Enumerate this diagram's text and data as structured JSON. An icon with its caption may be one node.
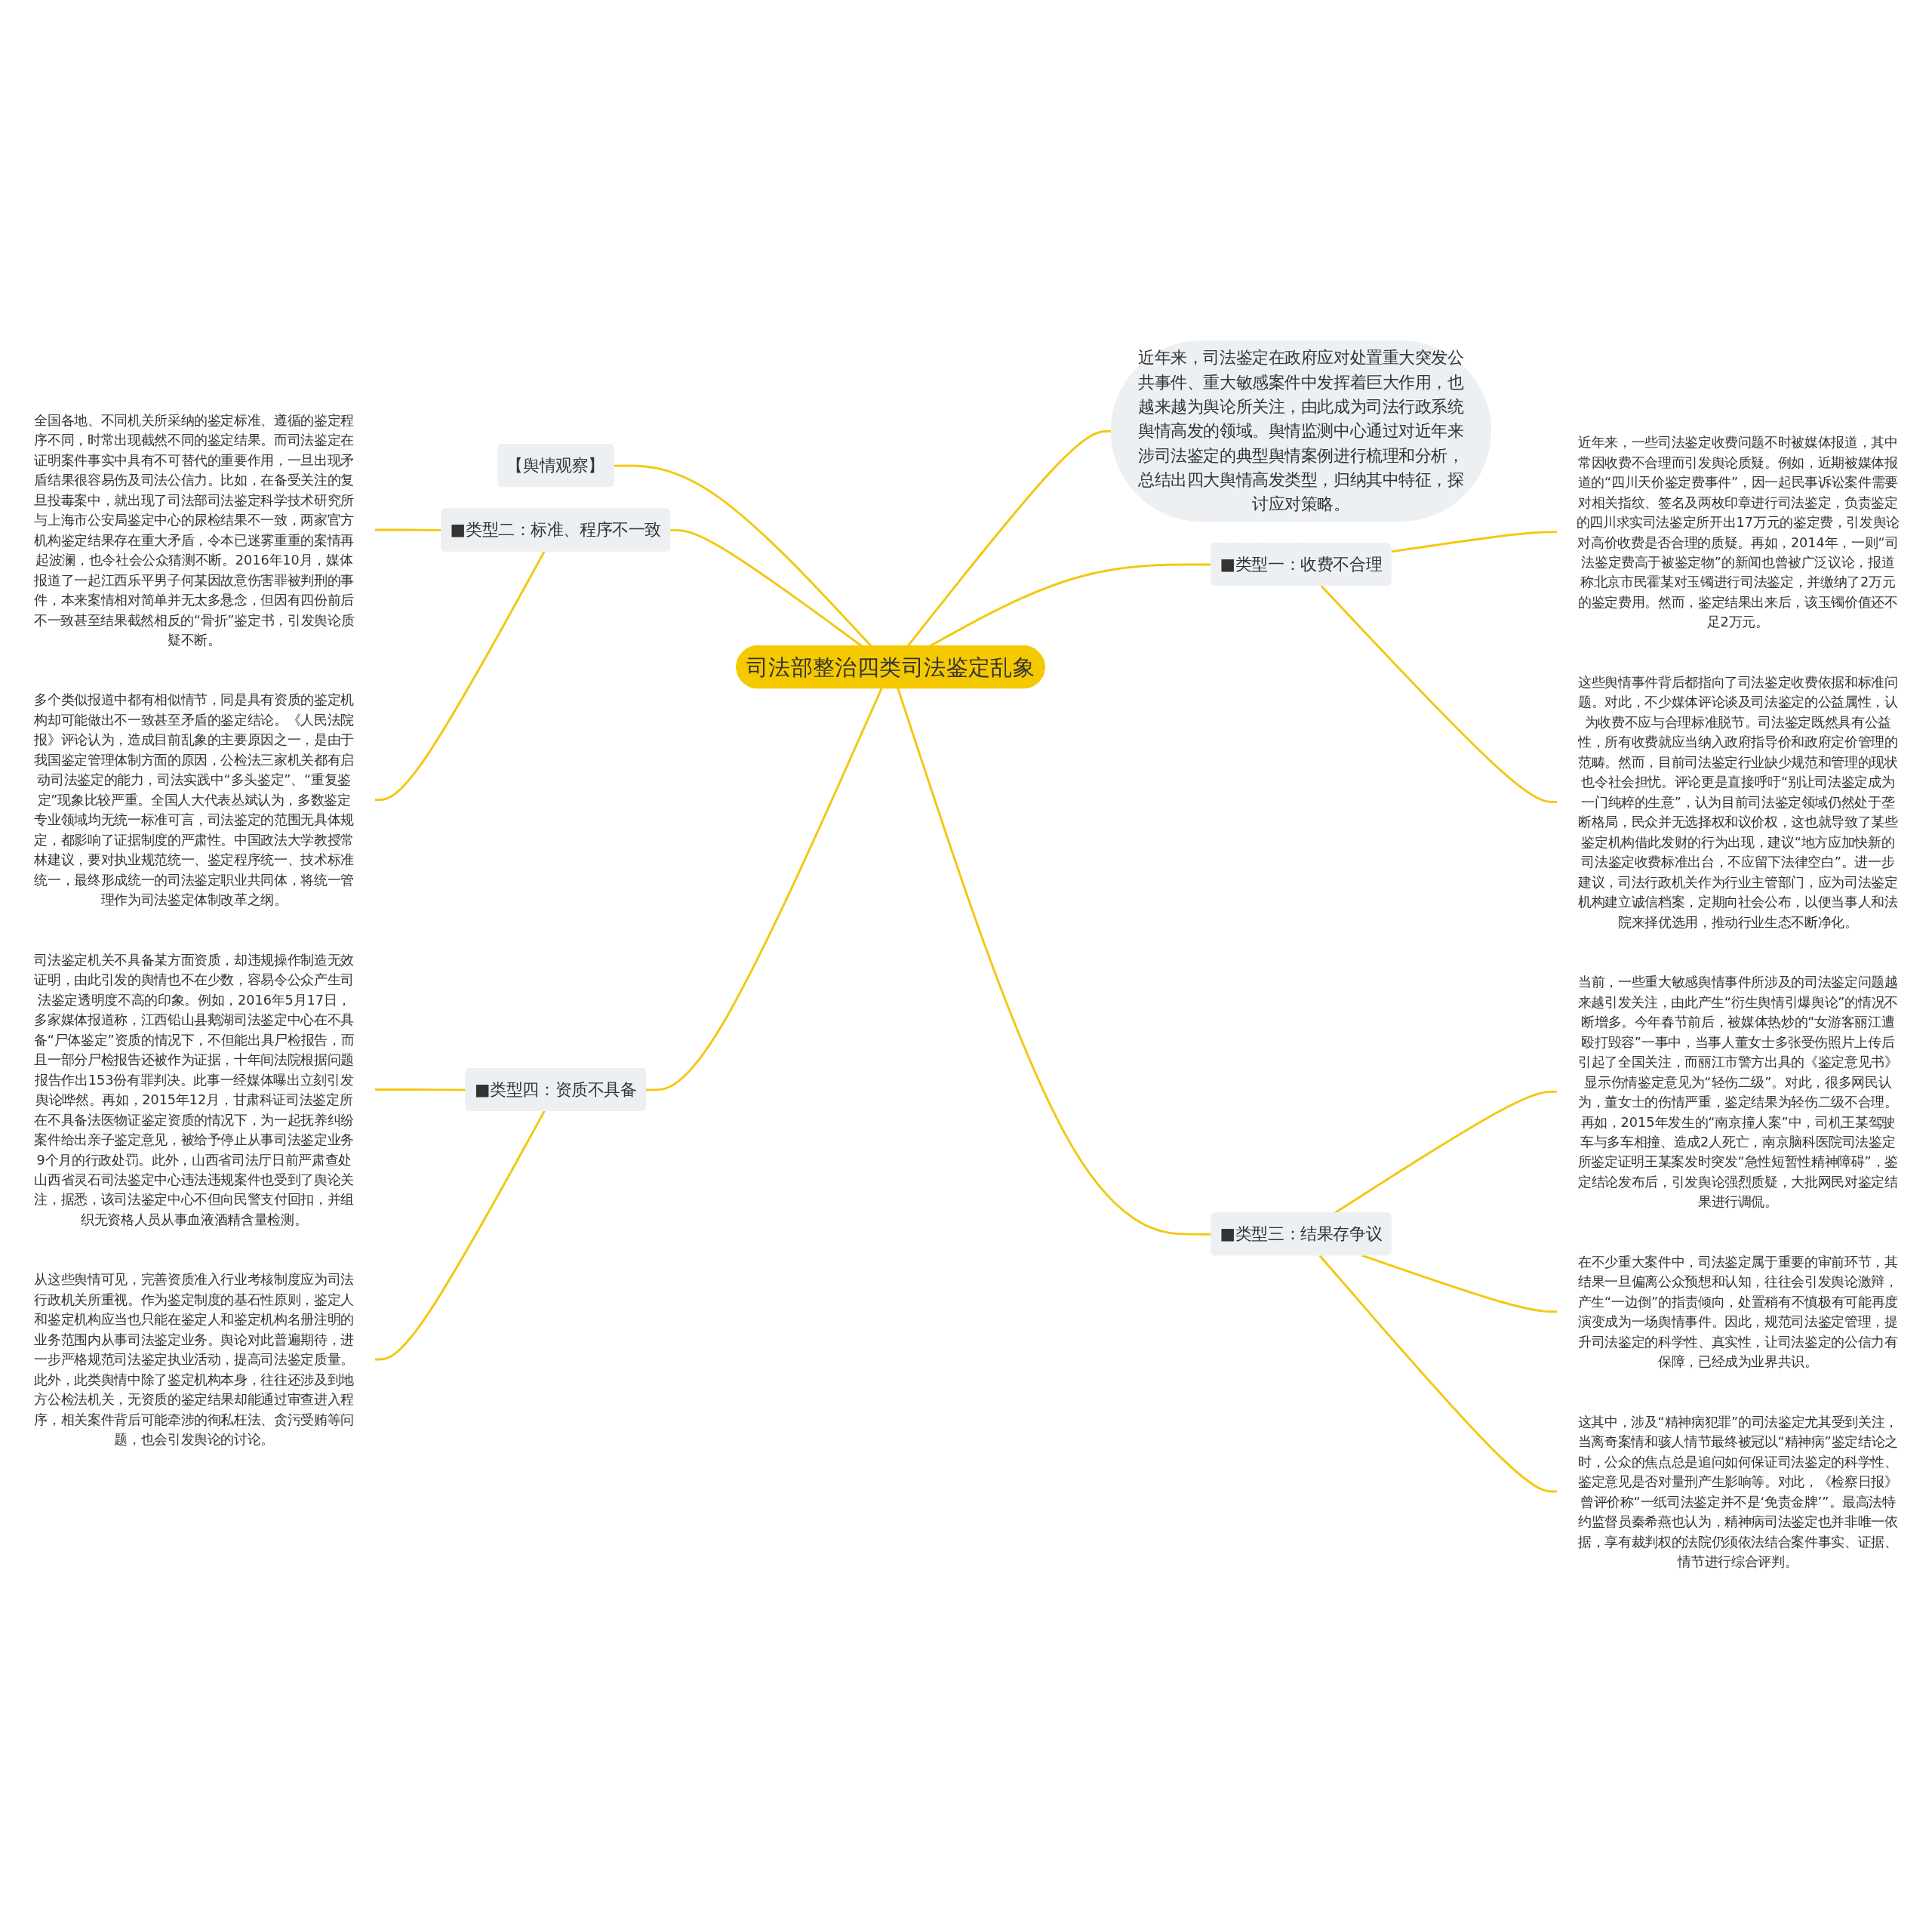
{
  "diagram": {
    "nodes": [
      {
        "text": [
          "司法部整治四类司法鉴定乱象"
        ]
      },
      {
        "text": [
          "【舆情观察】"
        ]
      },
      {
        "text": [
          "近年来，司法鉴定在政府应对处置重大突发公共事件、重大敏感案件中发挥着巨大作用，也越来越为舆论所关注，由此成为司法行政系统舆情高发的领域。舆情监测中心通过对近年来涉司法鉴定的典型舆情案例进行梳理和分析，总结出四大舆情高发类型，归纳其中特征，探讨应对策略。"
        ]
      },
      {
        "text": [
          "■类型二：标准、程序不一致"
        ]
      },
      {
        "text": [
          "全国各地、不同机关所采纳的鉴定标准、遵循的鉴定程序不同，时常出现截然不同的鉴定结果。而司法鉴定在证明案件事实中具有不可替代的重要作用，一旦出现矛盾结果很容易伤及司法公信力。比如，在备受关注的复旦投毒案中，就出现了司法部司法鉴定科学技术研究所与上海市公安局鉴定中心的尿检结果不一致，两家官方机构鉴定结果存在重大矛盾，令本已迷雾重重的案情再起波澜，也令社会公众猜测不断。2016年10月，媒体报道了一起江西乐平男子何某因故意伤害罪被判刑的事件，本来案情相对简单并无太多悬念，但因有四份前后不一致甚至结果截然相反的“骨折”鉴定书，引发舆论质疑不断。"
        ]
      },
      {
        "text": [
          "多个类似报道中都有相似情节，同是具有资质的鉴定机构却可能做出不一致甚至矛盾的鉴定结论。《人民法院报》评论认为，造成目前乱象的主要原因之一，是由于我国鉴定管理体制方面的原因，公检法三家机关都有启动司法鉴定的能力，司法实践中“多头鉴定”、“重复鉴定”现象比较严重。全国人大代表丛斌认为，多数鉴定专业领域均无统一标准可言，司法鉴定的范围无具体规定，都影响了证据制度的严肃性。中国政法大学教授常林建议，要对执业规范统一、鉴定程序统一、技术标准统一，最终形成统一的司法鉴定职业共同体，将统一管理作为司法鉴定体制改革之纲。"
        ]
      },
      {
        "text": [
          "■类型一：收费不合理"
        ]
      },
      {
        "text": [
          "近年来，一些司法鉴定收费问题不时被媒体报道，其中常因收费不合理而引发舆论质疑。例如，近期被媒体报道的“四川天价鉴定费事件”，因一起民事诉讼案件需要对相关指纹、签名及两枚印章进行司法鉴定，负责鉴定的四川求实司法鉴定所开出17万元的鉴定费，引发舆论对高价收费是否合理的质疑。再如，2014年，一则“司法鉴定费高于被鉴定物”的新闻也曾被广泛议论，报道称北京市民霍某对玉镯进行司法鉴定，并缴纳了2万元的鉴定费用。然而，鉴定结果出来后，该玉镯价值还不足2万元。"
        ]
      },
      {
        "text": [
          "这些舆情事件背后都指向了司法鉴定收费依据和标准问题。对此，不少媒体评论谈及司法鉴定的公益属性，认为收费不应与合理标准脱节。司法鉴定既然具有公益性，所有收费就应当纳入政府指导价和政府定价管理的范畴。然而，目前司法鉴定行业缺少规范和管理的现状也令社会担忧。评论更是直接呼吁“别让司法鉴定成为一门纯粹的生意”，认为目前司法鉴定领域仍然处于垄断格局，民众并无选择权和议价权，这也就导致了某些鉴定机构借此发财的行为出现，建议“地方应加快新的司法鉴定收费标准出台，不应留下法律空白”。进一步建议，司法行政机关作为行业主管部门，应为司法鉴定机构建立诚信档案，定期向社会公布，以便当事人和法院来择优选用，推动行业生态不断净化。"
        ]
      },
      {
        "text": [
          "■类型四：资质不具备"
        ]
      },
      {
        "text": [
          "司法鉴定机关不具备某方面资质，却违规操作制造无效证明，由此引发的舆情也不在少数，容易令公众产生司法鉴定透明度不高的印象。例如，2016年5月17日，多家媒体报道称，江西铅山县鹅湖司法鉴定中心在不具备“尸体鉴定”资质的情况下，不但能出具尸检报告，而且一部分尸检报告还被作为证据，十年间法院根据问题报告作出153份有罪判决。此事一经媒体曝出立刻引发舆论哗然。再如，2015年12月，甘肃科证司法鉴定所在不具备法医物证鉴定资质的情况下，为一起抚养纠纷案件给出亲子鉴定意见，被给予停止从事司法鉴定业务9个月的行政处罚。此外，山西省司法厅日前严肃查处山西省灵石司法鉴定中心违法违规案件也受到了舆论关注，据悉，该司法鉴定中心不但向民警支付回扣，并组织无资格人员从事血液酒精含量检测。"
        ]
      },
      {
        "text": [
          "从这些舆情可见，完善资质准入行业考核制度应为司法行政机关所重视。作为鉴定制度的基石性原则，鉴定人和鉴定机构应当也只能在鉴定人和鉴定机构名册注明的业务范围内从事司法鉴定业务。舆论对此普遍期待，进一步严格规范司法鉴定执业活动，提高司法鉴定质量。此外，此类舆情中除了鉴定机构本身，往往还涉及到地方公检法机关，无资质的鉴定结果却能通过审查进入程序，相关案件背后可能牵涉的徇私枉法、贪污受贿等问题，也会引发舆论的讨论。"
        ]
      },
      {
        "text": [
          "■类型三：结果存争议"
        ]
      },
      {
        "text": [
          "当前，一些重大敏感舆情事件所涉及的司法鉴定问题越来越引发关注，由此产生“衍生舆情引爆舆论”的情况不断增多。今年春节前后，被媒体热炒的“女游客丽江遭殴打毁容”一事中，当事人董女士多张受伤照片上传后引起了全国关注，而丽江市警方出具的《鉴定意见书》显示伤情鉴定意见为“轻伤二级”。对此，很多网民认为，董女士的伤情严重，鉴定结果为轻伤二级不合理。再如，2015年发生的“南京撞人案”中，司机王某驾驶车与多车相撞、造成2人死亡，南京脑科医院司法鉴定所鉴定证明王某案发时突发“急性短暂性精神障碍”，鉴定结论发布后，引发舆论强烈质疑，大批网民对鉴定结果进行调侃。"
        ]
      },
      {
        "text": [
          "在不少重大案件中，司法鉴定属于重要的审前环节，其结果一旦偏离公众预想和认知，往往会引发舆论激辩，产生“一边倒”的指责倾向，处置稍有不慎极有可能再度演变成为一场舆情事件。因此，规范司法鉴定管理，提升司法鉴定的科学性、真实性，让司法鉴定的公信力有保障，已经成为业界共识。"
        ]
      },
      {
        "text": [
          "这其中，涉及“精神病犯罪”的司法鉴定尤其受到关注，当离奇案情和骇人情节最终被冠以“精神病”鉴定结论之时，公众的焦点总是追问如何保证司法鉴定的科学性、鉴定意见是否对量刑产生影响等。对此，《检察日报》曾评价称“一纸司法鉴定并不是‘免责金牌’”。最高法特约监督员秦希燕也认为，精神病司法鉴定也并非唯一依据，享有裁判权的法院仍须依法结合案件事实、证据、情节进行综合评判。"
        ]
      }
    ],
    "edges": [
      {
        "from": 1,
        "to": 0,
        "arrow": "none"
      },
      {
        "from": 0,
        "to": 2,
        "arrow": "none"
      },
      {
        "from": 3,
        "to": 0,
        "arrow": "none"
      },
      {
        "from": 4,
        "to": 3,
        "arrow": "none"
      },
      {
        "from": 5,
        "to": 3,
        "arrow": "none"
      },
      {
        "from": 0,
        "to": 6,
        "arrow": "none"
      },
      {
        "from": 6,
        "to": 7,
        "arrow": "none"
      },
      {
        "from": 6,
        "to": 8,
        "arrow": "none"
      },
      {
        "from": 9,
        "to": 0,
        "arrow": "none"
      },
      {
        "from": 10,
        "to": 9,
        "arrow": "none"
      },
      {
        "from": 11,
        "to": 9,
        "arrow": "none"
      },
      {
        "from": 0,
        "to": 12,
        "arrow": "none"
      },
      {
        "from": 12,
        "to": 13,
        "arrow": "none"
      },
      {
        "from": 12,
        "to": 14,
        "arrow": "none"
      },
      {
        "from": 12,
        "to": 15,
        "arrow": "none"
      }
    ]
  }
}
